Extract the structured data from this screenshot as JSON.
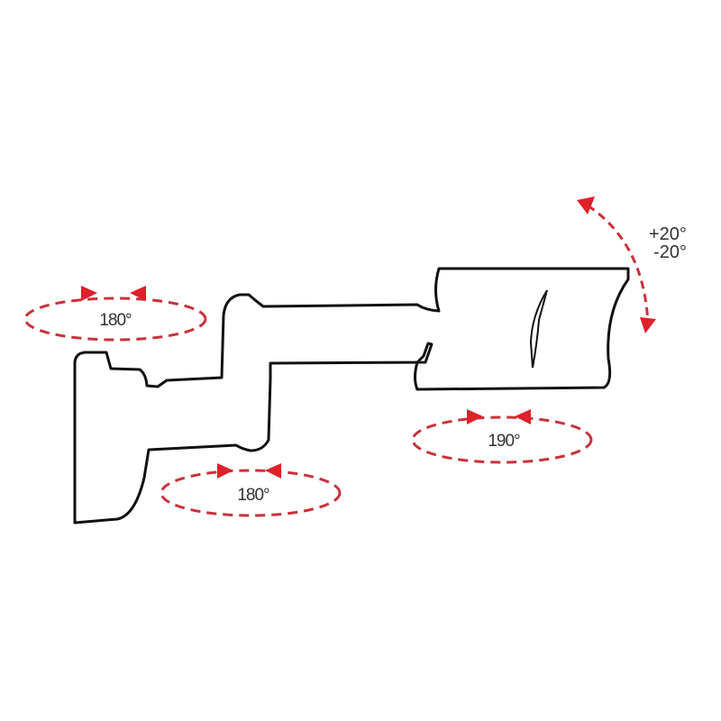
{
  "diagram": {
    "description_labels": {
      "base_rotation": "180°",
      "arm_rotation": "180°",
      "head_rotation": "190°",
      "tilt_up": "+20°",
      "tilt_down": "-20°"
    },
    "colors": {
      "outline": "#111111",
      "arrow": "#d9202a",
      "dash": "#c8323a"
    }
  }
}
